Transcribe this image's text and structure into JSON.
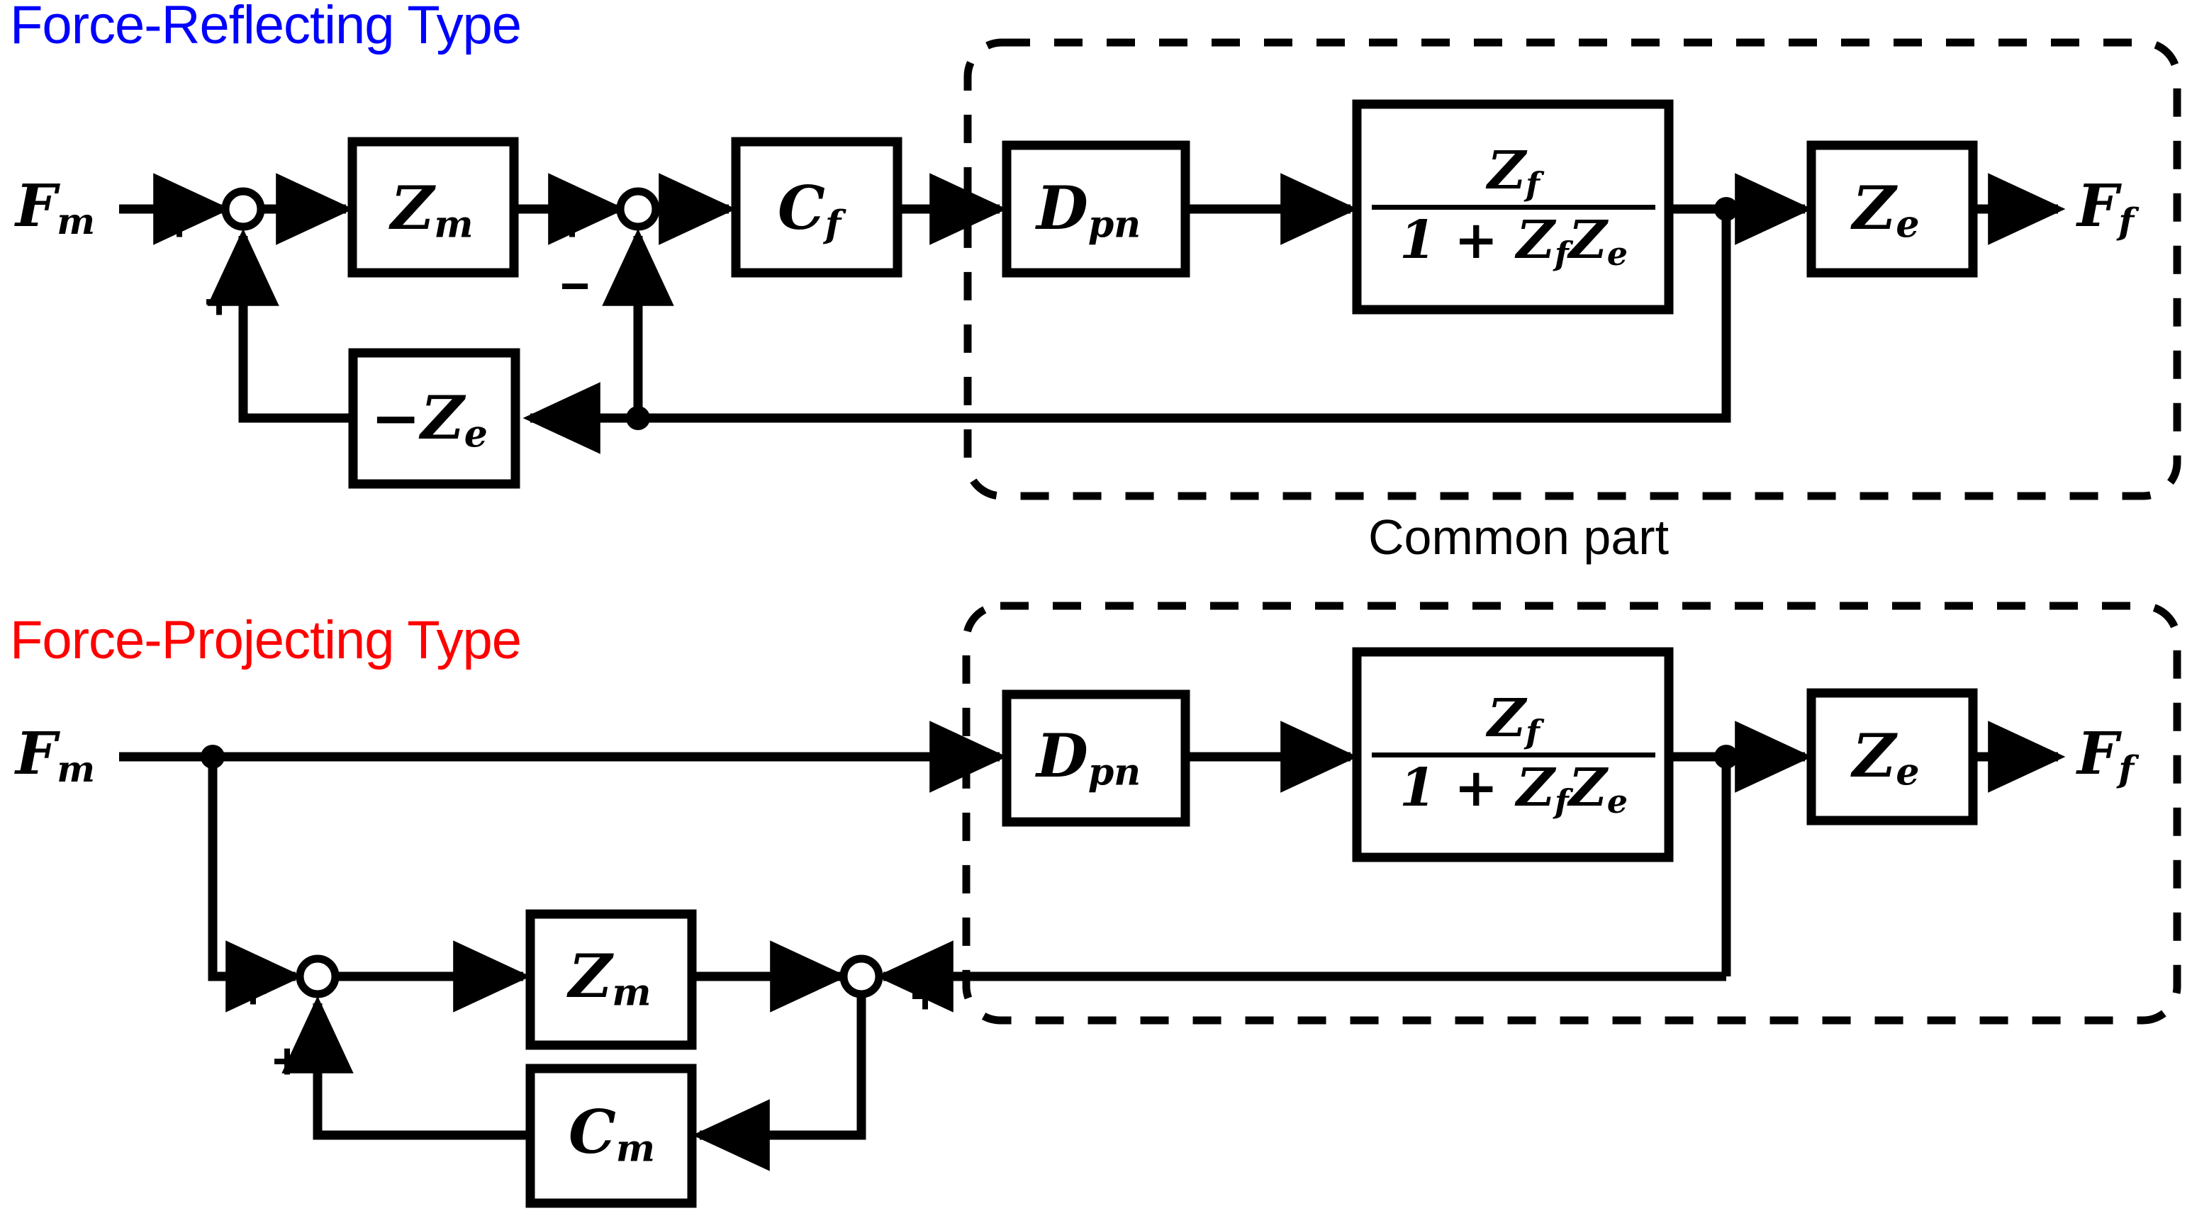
{
  "titles": {
    "reflecting": "Force-Reflecting Type",
    "reflecting_color": "#0000ff",
    "projecting": "Force-Projecting Type",
    "projecting_color": "#ff0000",
    "common_part": "Common part"
  },
  "diagram_top": {
    "name": "force-reflecting-block-diagram",
    "input_label": "F",
    "input_sub": "m",
    "output_label": "F",
    "output_sub": "f",
    "blocks": [
      {
        "id": "zm",
        "label": "Z",
        "sub": "m"
      },
      {
        "id": "neg_ze",
        "label": "−Z",
        "sub": "e"
      },
      {
        "id": "cf",
        "label": "C",
        "sub": "f"
      },
      {
        "id": "dpn",
        "label": "D",
        "sub": "pn"
      },
      {
        "id": "zf_over",
        "numerator": "Z",
        "numerator_sub": "f",
        "denominator_prefix": "1 + Z",
        "denominator_sub1": "f",
        "denominator_mid": "Z",
        "denominator_sub2": "e"
      },
      {
        "id": "ze",
        "label": "Z",
        "sub": "e"
      }
    ],
    "sum_signs": [
      {
        "id": "sum1-in-sign",
        "text": "+"
      },
      {
        "id": "sum1-fb-sign",
        "text": "+"
      },
      {
        "id": "sum2-in-sign",
        "text": "+"
      },
      {
        "id": "sum2-fb-sign",
        "text": "−"
      }
    ]
  },
  "diagram_bottom": {
    "name": "force-projecting-block-diagram",
    "input_label": "F",
    "input_sub": "m",
    "output_label": "F",
    "output_sub": "f",
    "blocks": [
      {
        "id": "zm",
        "label": "Z",
        "sub": "m"
      },
      {
        "id": "cm",
        "label": "C",
        "sub": "m"
      },
      {
        "id": "dpn",
        "label": "D",
        "sub": "pn"
      },
      {
        "id": "zf_over",
        "numerator": "Z",
        "numerator_sub": "f",
        "denominator_prefix": "1 + Z",
        "denominator_sub1": "f",
        "denominator_mid": "Z",
        "denominator_sub2": "e"
      },
      {
        "id": "ze",
        "label": "Z",
        "sub": "e"
      }
    ],
    "sum_signs": [
      {
        "id": "sum1-in-sign",
        "text": "+"
      },
      {
        "id": "sum1-fb-sign",
        "text": "+"
      },
      {
        "id": "sum2-left-sign",
        "text": "−"
      },
      {
        "id": "sum2-right-sign",
        "text": "+"
      }
    ]
  },
  "style": {
    "line_color": "#000000",
    "background": "#ffffff"
  }
}
